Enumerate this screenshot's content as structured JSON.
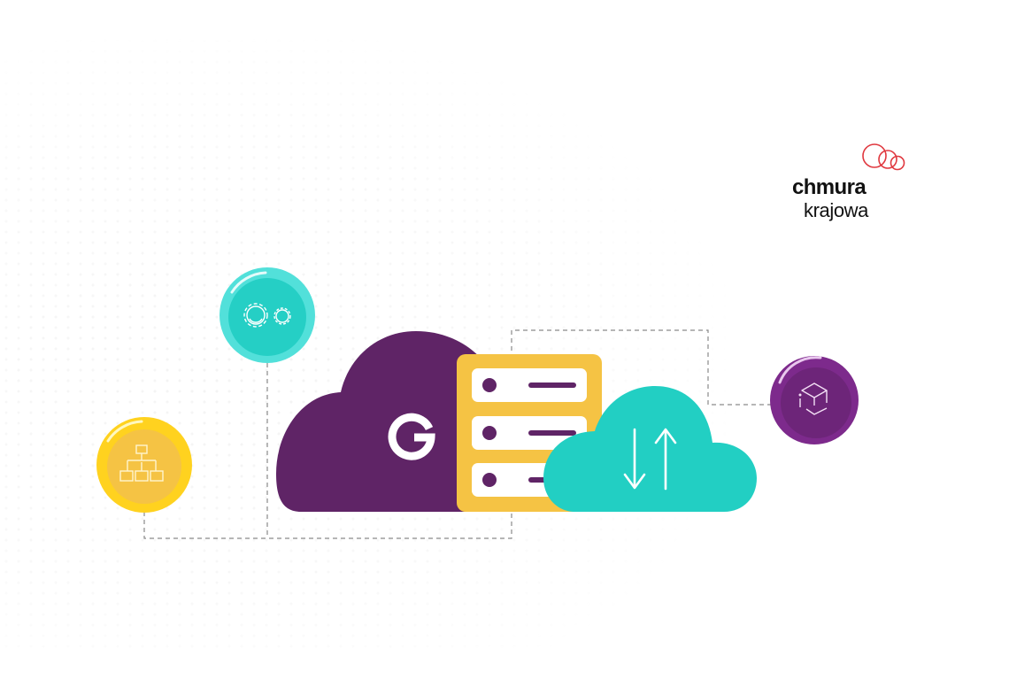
{
  "logo": {
    "line1": "chmura",
    "line2": "krajowa",
    "ring_color": "#e0383f"
  },
  "illustration": {
    "main_cloud": {
      "label": "G",
      "color": "#5f2466",
      "icon": "google-g-icon"
    },
    "server_rack": {
      "color": "#f5c344",
      "slot_color": "#ffffff",
      "indicator_color": "#5f2466",
      "slots": 3
    },
    "transfer_cloud": {
      "color": "#22cfc3",
      "icon": "up-down-arrows-icon"
    },
    "nodes": [
      {
        "name": "gears-node",
        "icon": "gears-icon",
        "outer": "#52e0da",
        "inner": "#25cfc5"
      },
      {
        "name": "hierarchy-node",
        "icon": "org-chart-icon",
        "outer": "#ffd21f",
        "inner": "#f5c344"
      },
      {
        "name": "package-node",
        "icon": "cube-icon",
        "outer": "#7d2a8c",
        "inner": "#6d2579"
      }
    ],
    "connector_color": "#8a8a8a"
  }
}
